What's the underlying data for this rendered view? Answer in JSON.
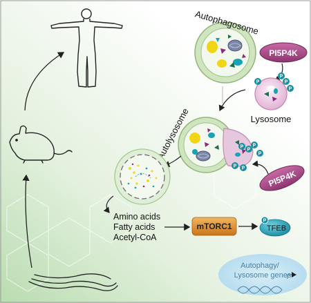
{
  "labels": {
    "autophagosome": "Autophagosome",
    "lysosome": "Lysosome",
    "autolysosome": "Autolysosome",
    "pi5p4k_top": "PI5P4K",
    "pi5p4k_bottom": "PI5P4K",
    "p": "P",
    "mtorc1": "mTORC1",
    "tfeb": "TFEB",
    "products": [
      "Amino acids",
      "Fatty acids",
      "Acetyl-CoA"
    ],
    "genes_line1": "Autophagy/",
    "genes_line2": "Lysosome genes"
  },
  "colors": {
    "membrane_green": "#bcd9a6",
    "lumen": "#f3f8ef",
    "lysosome_pink": "#e9c3de",
    "pi5p4k_purple": "#a0447e",
    "phosphate_teal": "#1a8fa3",
    "mtorc1_orange": "#d98a2b",
    "tfeb_teal": "#2b9fb5",
    "genes_blue": "#b3dcef",
    "background_green": "#cfe6c7",
    "cargo_yellow": "#f0d616",
    "cargo_teal": "#17a3b5",
    "cargo_purple": "#8b2a7a",
    "cargo_darkgreen": "#1f6b4a"
  },
  "organisms": [
    "worm-icon",
    "mouse-icon",
    "human-icon"
  ]
}
